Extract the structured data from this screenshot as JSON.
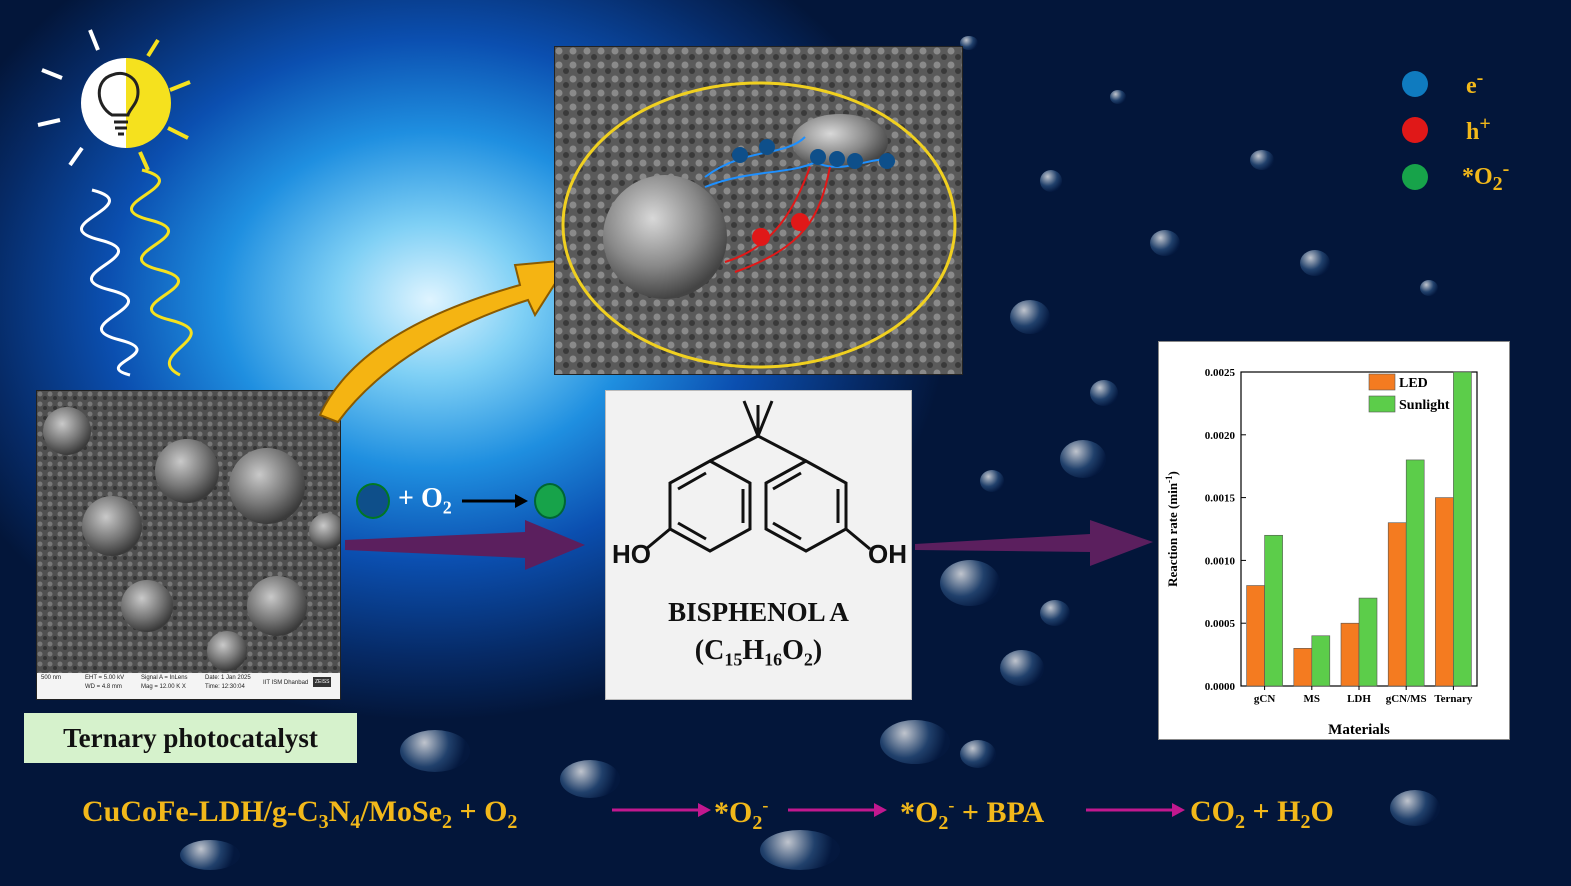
{
  "legend": {
    "items": [
      {
        "label": "e",
        "sup": "-",
        "color": "#0f7bbf"
      },
      {
        "label": "h",
        "sup": "+",
        "color": "#e01818"
      },
      {
        "label": "*O",
        "sub": "2",
        "sup": "-",
        "color": "#17a34a"
      }
    ]
  },
  "reaction_small": {
    "plus": "+ O",
    "sub": "2"
  },
  "bpa": {
    "ho_left": "HO",
    "oh_right": "OH",
    "name": "BISPHENOL A",
    "formula_open": "(C",
    "c_sub": "15",
    "h": "H",
    "h_sub": "16",
    "o": "O",
    "o_sub": "2",
    "close": ")"
  },
  "sem_caption": {
    "scale": "500 nm",
    "eht": "EHT = 5.00 kV",
    "wd": "WD = 4.8 mm",
    "signal": "Signal A = InLens",
    "mag": "Mag = 12.00 K X",
    "date": "Date: 1 Jan 2025",
    "time": "Time: 12:30:04",
    "inst": "IIT ISM Dhanbad",
    "brand": "ZEISS"
  },
  "catalyst_label": "Ternary photocatalyst",
  "equation": {
    "part1": "CuCoFe-LDH/g-C",
    "s1": "3",
    "part2": "N",
    "s2": "4",
    "part3": "/MoSe",
    "s3": "2",
    "part4": " + O",
    "s4": "2",
    "rad1": "*O",
    "rad1_sub": "2",
    "rad1_sup": "-",
    "rad2": "*O",
    "rad2_sub": "2",
    "rad2_sup": "-",
    "plus_bpa": " + BPA",
    "prod1": "CO",
    "prod1_sub": "2",
    "prod2": " + H",
    "prod2_sub": "2",
    "prod3": "O"
  },
  "colors": {
    "accent": "#f2b81a",
    "arrow": "#5b1f5e",
    "led": "#f47b20",
    "sunlight": "#5ccd4a"
  },
  "chart_data": {
    "type": "bar",
    "categories": [
      "gCN",
      "MS",
      "LDH",
      "gCN/MS",
      "Ternary"
    ],
    "series": [
      {
        "name": "LED",
        "values": [
          0.0008,
          0.0003,
          0.0005,
          0.0013,
          0.0015
        ],
        "color": "#f47b20"
      },
      {
        "name": "Sunlight",
        "values": [
          0.0012,
          0.0004,
          0.0007,
          0.0018,
          0.0025
        ],
        "color": "#5ccd4a"
      }
    ],
    "xlabel": "Materials",
    "ylabel": "Reaction rate (min",
    "ylabel_sup": "-1",
    "ylabel_close": ")",
    "ylim": [
      0,
      0.0025
    ],
    "yticks": [
      "0.0000",
      "0.0005",
      "0.0010",
      "0.0015",
      "0.0020",
      "0.0025"
    ],
    "legend_position": "top-center"
  }
}
